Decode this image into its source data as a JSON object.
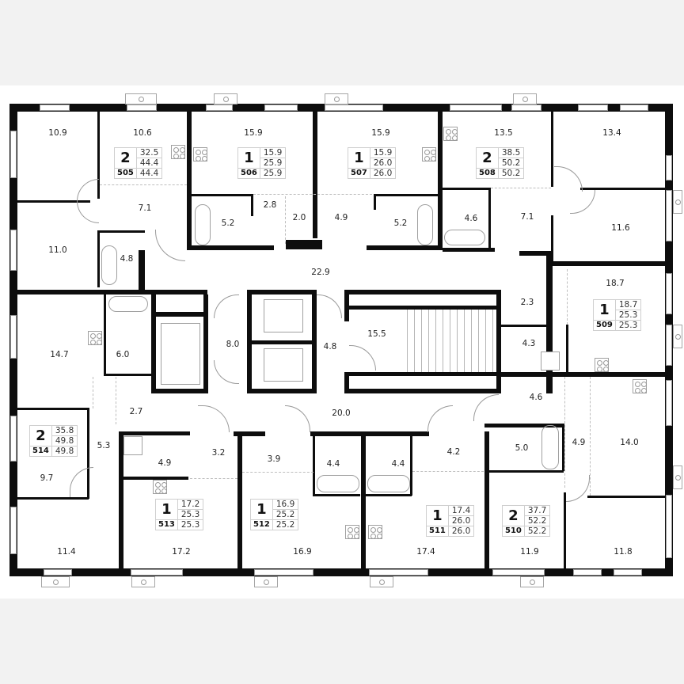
{
  "plan": {
    "type": "floor-plan",
    "floor": 5,
    "background": "#ffffff",
    "wall_color": "#0d0d0d"
  },
  "apartments": [
    {
      "id": "505",
      "rooms": "2",
      "living_area": "32.5",
      "total_area": "44.4",
      "total_area_2": "44.4"
    },
    {
      "id": "506",
      "rooms": "1",
      "living_area": "15.9",
      "total_area": "25.9",
      "total_area_2": "25.9"
    },
    {
      "id": "507",
      "rooms": "1",
      "living_area": "15.9",
      "total_area": "26.0",
      "total_area_2": "26.0"
    },
    {
      "id": "508",
      "rooms": "2",
      "living_area": "38.5",
      "total_area": "50.2",
      "total_area_2": "50.2"
    },
    {
      "id": "509",
      "rooms": "1",
      "living_area": "18.7",
      "total_area": "25.3",
      "total_area_2": "25.3"
    },
    {
      "id": "510",
      "rooms": "2",
      "living_area": "37.7",
      "total_area": "52.2",
      "total_area_2": "52.2"
    },
    {
      "id": "511",
      "rooms": "1",
      "living_area": "17.4",
      "total_area": "26.0",
      "total_area_2": "26.0"
    },
    {
      "id": "512",
      "rooms": "1",
      "living_area": "16.9",
      "total_area": "25.2",
      "total_area_2": "25.2"
    },
    {
      "id": "513",
      "rooms": "1",
      "living_area": "17.2",
      "total_area": "25.3",
      "total_area_2": "25.3"
    },
    {
      "id": "514",
      "rooms": "2",
      "living_area": "35.8",
      "total_area": "49.8",
      "total_area_2": "49.8"
    }
  ],
  "room_areas": {
    "r505_bed1": "10.9",
    "r505_kitchen": "10.6",
    "r505_hall": "7.1",
    "r505_bed2": "11.0",
    "r505_bath": "4.8",
    "r506_living": "15.9",
    "r506_bath": "5.2",
    "r506_hall": "2.8",
    "r506_hall2": "2.0",
    "r507_living": "15.9",
    "r507_hall": "4.9",
    "r507_bath": "5.2",
    "r508_kitchen": "13.5",
    "r508_bed1": "13.4",
    "r508_bath": "4.6",
    "r508_hall": "7.1",
    "r508_bed2": "11.6",
    "corridor_north": "22.9",
    "r509_living": "18.7",
    "r509_hall": "2.3",
    "r509_bath": "4.3",
    "r514_living": "14.7",
    "r514_bath": "6.0",
    "r514_hall": "2.7",
    "r514_hall2": "5.3",
    "r514_bed": "9.7",
    "lift_lobby": "8.0",
    "lobby2": "4.8",
    "stair": "15.5",
    "corridor_south": "20.0",
    "r510_hall": "4.6",
    "r510_bath": "5.0",
    "r510_hall2": "4.9",
    "r510_bed1": "14.0",
    "r510_kitchen": "11.9",
    "r510_bed2": "11.8",
    "r511_bath": "4.4",
    "r511_hall": "4.2",
    "r511_living": "17.4",
    "r512_hall": "3.9",
    "r512_bath": "4.4",
    "r512_living": "16.9",
    "r513_bath": "4.9",
    "r513_hall": "3.2",
    "r513_living": "17.2",
    "r514_bed2": "11.4"
  }
}
